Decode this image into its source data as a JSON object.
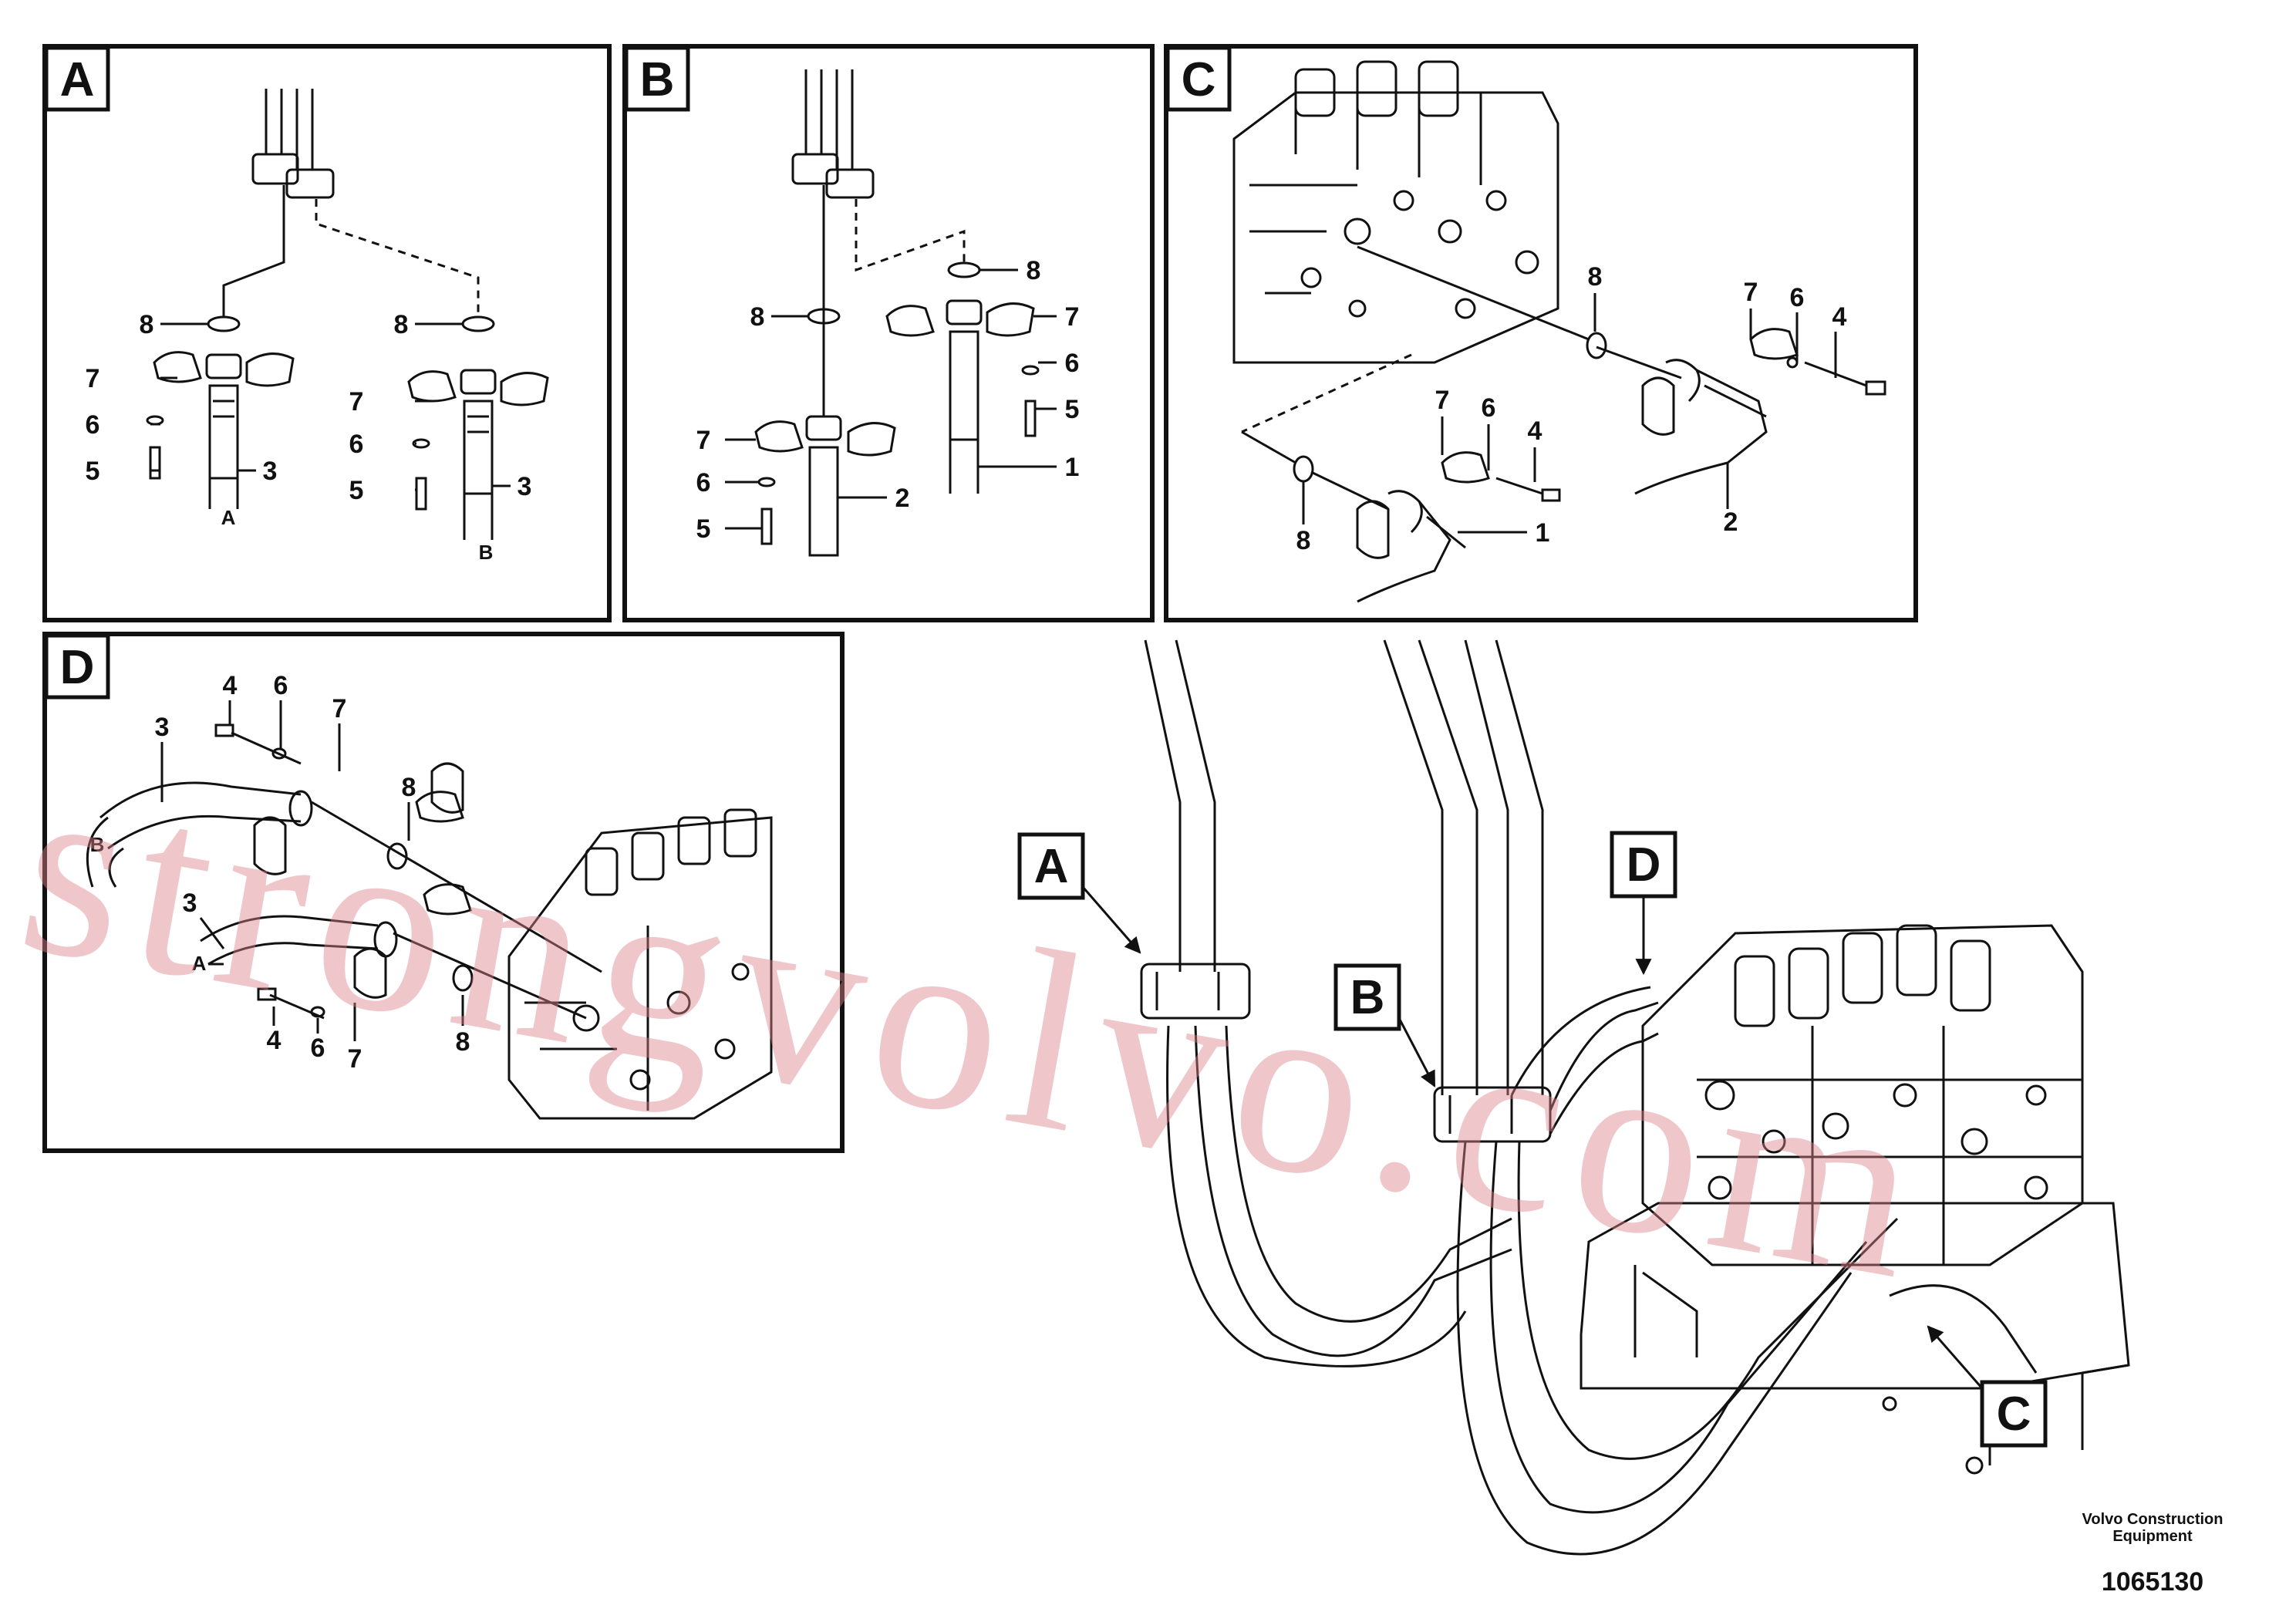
{
  "panels": [
    {
      "id": "A",
      "letter": "A",
      "sublabels": [
        "A",
        "B"
      ],
      "callouts": [
        "8",
        "7",
        "6",
        "5",
        "3",
        "8",
        "7",
        "6",
        "5",
        "3"
      ]
    },
    {
      "id": "B",
      "letter": "B",
      "callouts": [
        "8",
        "8",
        "7",
        "7",
        "6",
        "6",
        "5",
        "5",
        "2",
        "1"
      ]
    },
    {
      "id": "C",
      "letter": "C",
      "callouts": [
        "8",
        "7",
        "6",
        "4",
        "7",
        "6",
        "4",
        "8",
        "1",
        "2"
      ]
    },
    {
      "id": "D",
      "letter": "D",
      "sublabels": [
        "B",
        "A"
      ],
      "callouts": [
        "4",
        "6",
        "7",
        "3",
        "8",
        "3",
        "4",
        "6",
        "7",
        "8"
      ]
    }
  ],
  "main_view": {
    "callouts": [
      "A",
      "B",
      "D",
      "C"
    ]
  },
  "watermark": "strongvolvo.com",
  "footer": {
    "company_line1": "Volvo Construction",
    "company_line2": "Equipment",
    "doc_number": "1065130"
  }
}
